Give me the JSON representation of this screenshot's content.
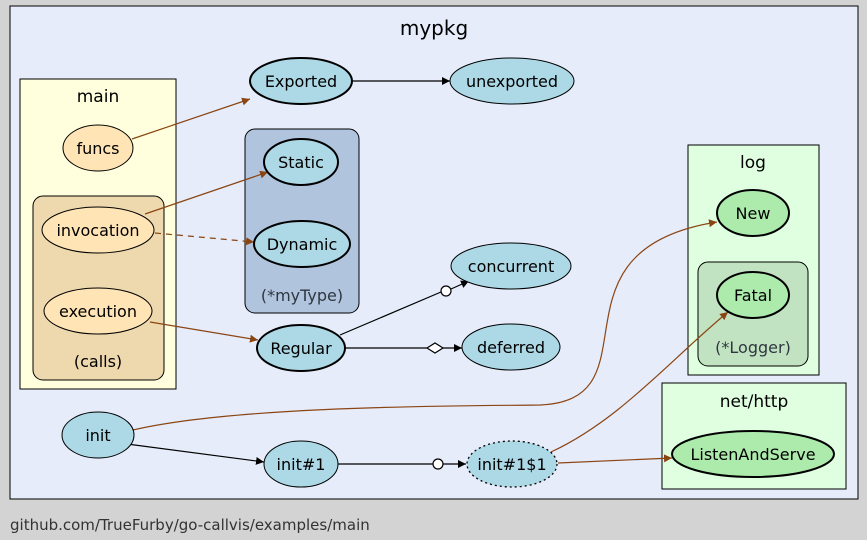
{
  "clusters": {
    "mypkg": "mypkg",
    "main": "main",
    "calls": "(calls)",
    "mytype": "(*myType)",
    "log": "log",
    "logger": "(*Logger)",
    "nethttp": "net/http"
  },
  "nodes": {
    "funcs": "funcs",
    "invocation": "invocation",
    "execution": "execution",
    "exported": "Exported",
    "unexported": "unexported",
    "static": "Static",
    "dynamic": "Dynamic",
    "concurrent": "concurrent",
    "regular": "Regular",
    "deferred": "deferred",
    "new": "New",
    "fatal": "Fatal",
    "listen": "ListenAndServe",
    "init": "init",
    "init1": "init#1",
    "init1s1": "init#1$1"
  },
  "footer": "github.com/TrueFurby/go-callvis/examples/main",
  "colors": {
    "background": "#d3d3d3",
    "pkg_fill": "#e6ecfa",
    "main_fill": "#ffffde",
    "calls_fill": "#eed8ae",
    "type_fill": "#b0c4de",
    "ext_fill": "#e0ffe1",
    "logger_fill": "#c2e3c2",
    "node_blue": "#add8e6",
    "node_orange": "#ffe4b5",
    "node_green": "#adebad",
    "edge_ext": "#8b4513",
    "edge_int": "#000000"
  }
}
